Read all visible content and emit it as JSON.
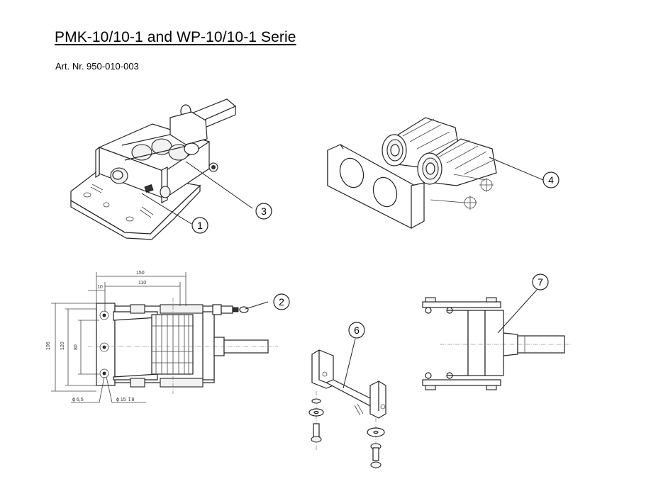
{
  "header": {
    "title": "PMK-10/10-1 and WP-10/10-1 Serie",
    "art_nr": "Art. Nr. 950-010-003"
  },
  "callouts": [
    "1",
    "2",
    "3",
    "4",
    "6",
    "7"
  ],
  "dimensions": {
    "top_150": "150",
    "top_110": "110",
    "top_10": "10",
    "left_106": "106",
    "left_120": "120",
    "left_80": "80",
    "hole_65": "ϕ 6,5",
    "hole_15": "ϕ 15 ↧8"
  }
}
